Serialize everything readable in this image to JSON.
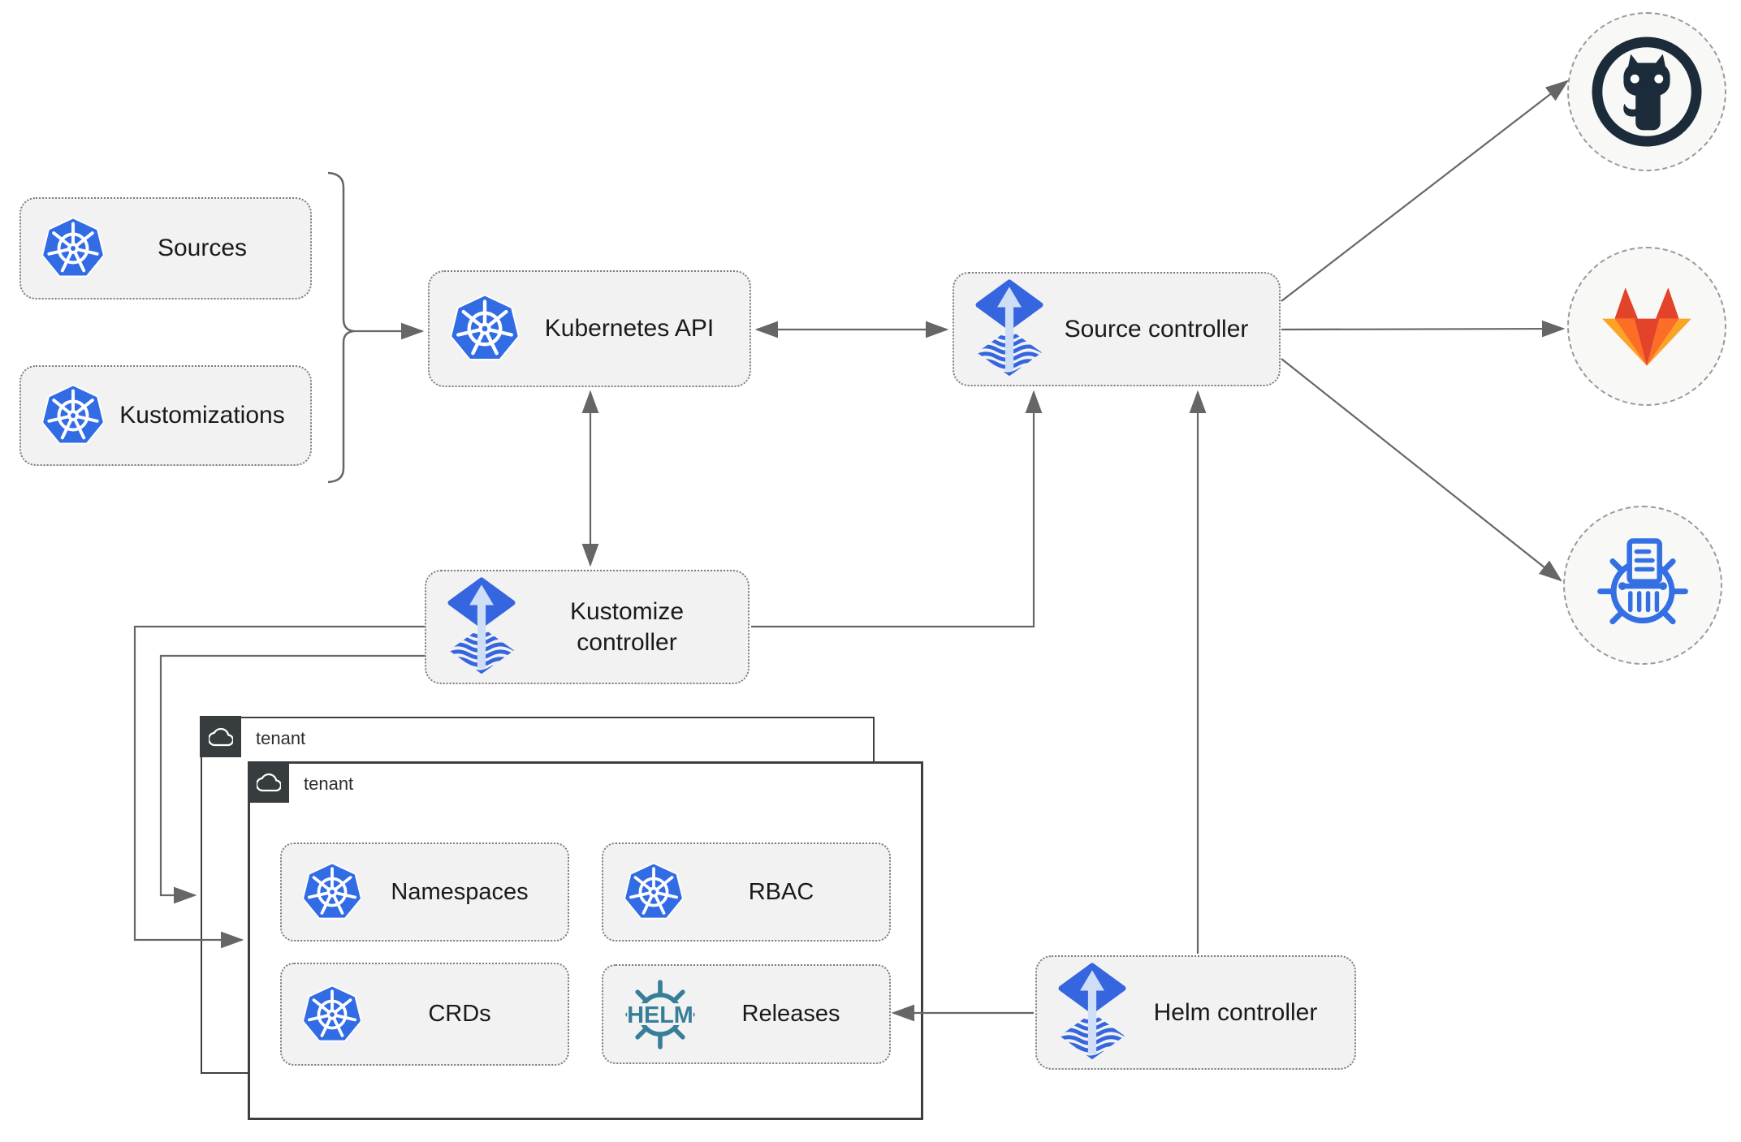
{
  "diagram": {
    "title_hint": "Flux multi-tenancy architecture",
    "nodes": {
      "sources": {
        "label": "Sources",
        "icon": "kubernetes"
      },
      "kustomizations": {
        "label": "Kustomizations",
        "icon": "kubernetes"
      },
      "kubernetes_api": {
        "label": "Kubernetes API",
        "icon": "kubernetes"
      },
      "source_controller": {
        "label": "Source controller",
        "icon": "flux"
      },
      "kustomize_controller": {
        "label": "Kustomize controller",
        "icon": "flux"
      },
      "helm_controller": {
        "label": "Helm controller",
        "icon": "flux"
      },
      "namespaces": {
        "label": "Namespaces",
        "icon": "kubernetes"
      },
      "rbac": {
        "label": "RBAC",
        "icon": "kubernetes"
      },
      "crds": {
        "label": "CRDs",
        "icon": "kubernetes"
      },
      "releases": {
        "label": "Releases",
        "icon": "helm"
      }
    },
    "groups": {
      "tenant_back": {
        "label": "tenant",
        "icon": "cloud"
      },
      "tenant_front": {
        "label": "tenant",
        "icon": "cloud"
      }
    },
    "endpoints": {
      "github": {
        "icon": "github-logo"
      },
      "gitlab": {
        "icon": "gitlab-logo"
      },
      "registry": {
        "icon": "helm-repository"
      }
    },
    "helm_logo_text": "HELM",
    "colors": {
      "kubernetes_blue": "#326CE5",
      "flux_blue": "#3566DF",
      "flux_arrow_light": "#CFDEF7",
      "helm_teal": "#377E99",
      "github_navy": "#1B2B3A",
      "gitlab_red": "#E24329",
      "gitlab_orange": "#FC6D26",
      "gitlab_yellow": "#FCA326",
      "registry_blue": "#3470E4",
      "node_fill": "#F2F2F2",
      "tenant_tab": "#373C3F",
      "line_gray": "#666666"
    }
  }
}
